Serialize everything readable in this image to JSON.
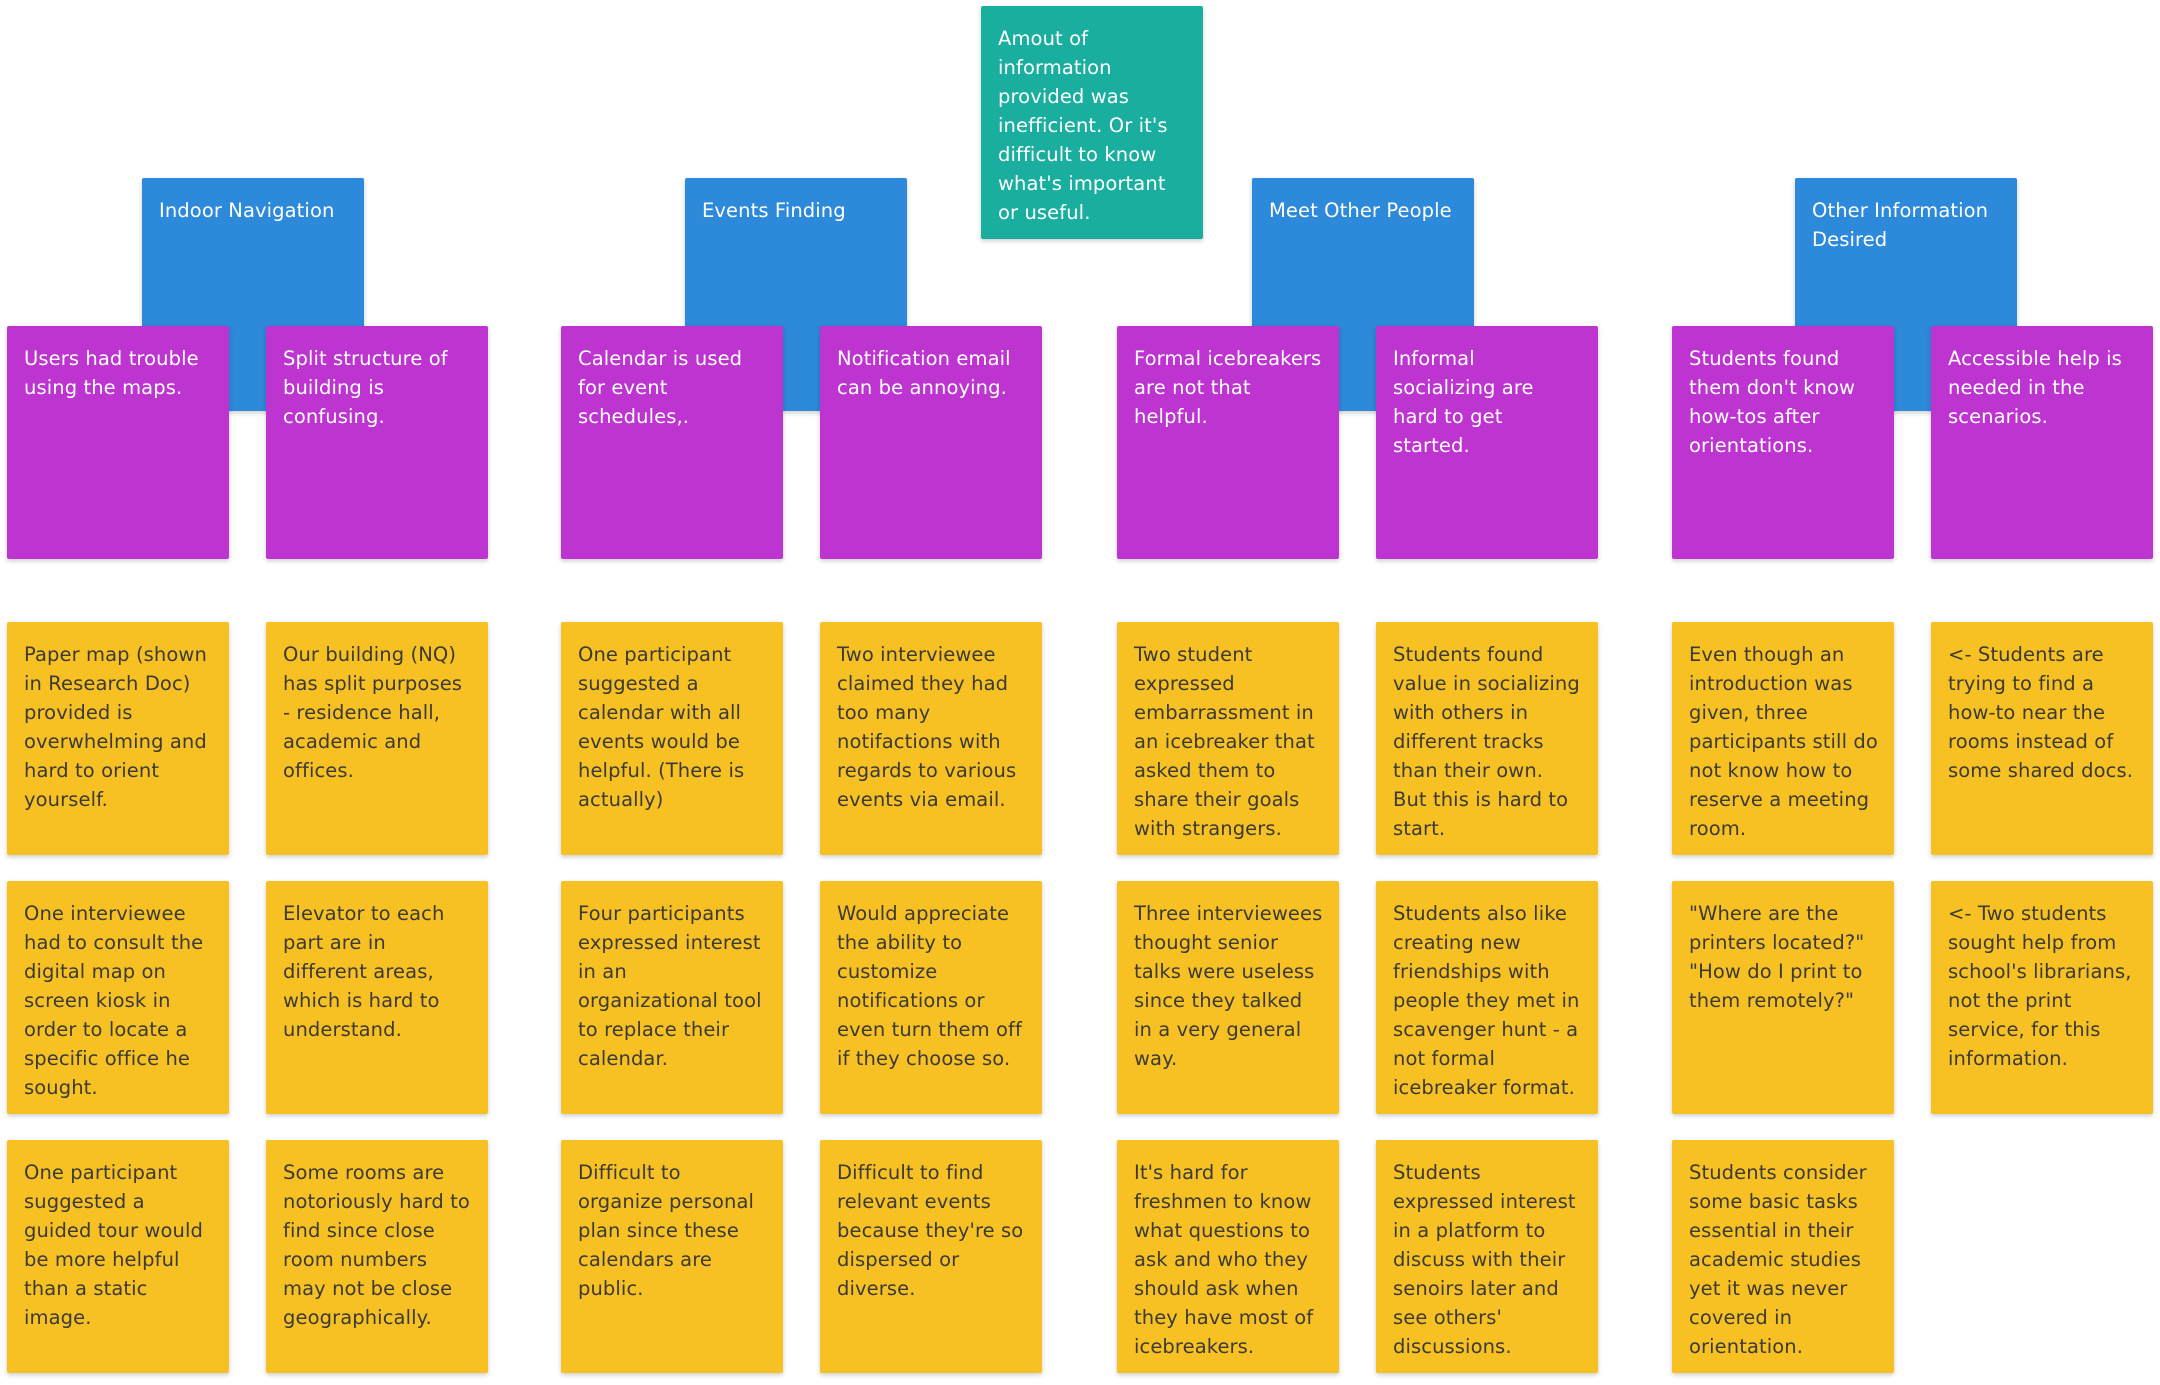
{
  "theme_colors": {
    "main": "#1aae9f",
    "category": "#2d89d9",
    "insight": "#bd34d1",
    "finding": "#f7c123"
  },
  "main_note": "Amout of information provided was inefficient. Or it's difficult to know what's important or useful.",
  "categories": [
    {
      "title": "Indoor Navigation",
      "insights": [
        "Users had trouble using the maps.",
        "Split structure of building is confusing."
      ],
      "findings": [
        [
          "Paper map (shown in Research Doc) provided is overwhelming and hard to orient yourself.",
          "Our building (NQ) has split purposes - residence hall, academic and offices."
        ],
        [
          "One interviewee had to consult the digital map on screen kiosk in order to locate a specific office he sought.",
          "Elevator to each part are in different areas, which is hard to understand."
        ],
        [
          "One participant suggested a guided tour would be more helpful than a static image.",
          "Some rooms are notoriously hard to find since close room numbers may not be close geographically."
        ]
      ]
    },
    {
      "title": "Events Finding",
      "insights": [
        "Calendar is used for event schedules,.",
        "Notification email can be annoying."
      ],
      "findings": [
        [
          "One participant suggested a calendar with all events would be helpful. (There is actually)",
          "Two interviewee claimed they had too many notifactions with regards to various events via email."
        ],
        [
          "Four participants expressed interest in an organizational tool to replace their calendar.",
          "Would appreciate the ability to customize notifications or even turn them off if they choose so."
        ],
        [
          "Difficult to organize personal plan since these calendars are public.",
          "Difficult to find relevant events because they're so dispersed or diverse."
        ]
      ]
    },
    {
      "title": "Meet Other People",
      "insights": [
        "Formal icebreakers are not that helpful.",
        "Informal socializing are hard to get started."
      ],
      "findings": [
        [
          "Two student expressed embarrassment in an icebreaker that asked them to share their goals with strangers.",
          "Students found value in socializing with others in different tracks than their own. But this is hard to start."
        ],
        [
          "Three interviewees thought senior talks were useless since they talked in a very general way.",
          "Students also like creating new friendships with people they met in scavenger hunt - a not formal icebreaker format."
        ],
        [
          "It's hard for freshmen to know what questions to ask and who they should ask when they have most of icebreakers.",
          "Students expressed interest in a platform to discuss with their senoirs later and see others' discussions."
        ]
      ]
    },
    {
      "title": "Other Information Desired",
      "insights": [
        "Students found them don't know how-tos after orientations.",
        "Accessible help is needed in the scenarios."
      ],
      "findings": [
        [
          "Even though an introduction was given, three participants still do not know how to reserve a meeting room.",
          "<- Students are trying to find a how-to near the rooms instead of some shared docs."
        ],
        [
          "\"Where are the printers located?\" \"How do I print to them remotely?\"",
          "<- Two students sought help from school's librarians, not the print service, for this information."
        ],
        [
          "Students consider some basic tasks essential in their academic studies yet it was never covered in orientation."
        ]
      ]
    }
  ]
}
